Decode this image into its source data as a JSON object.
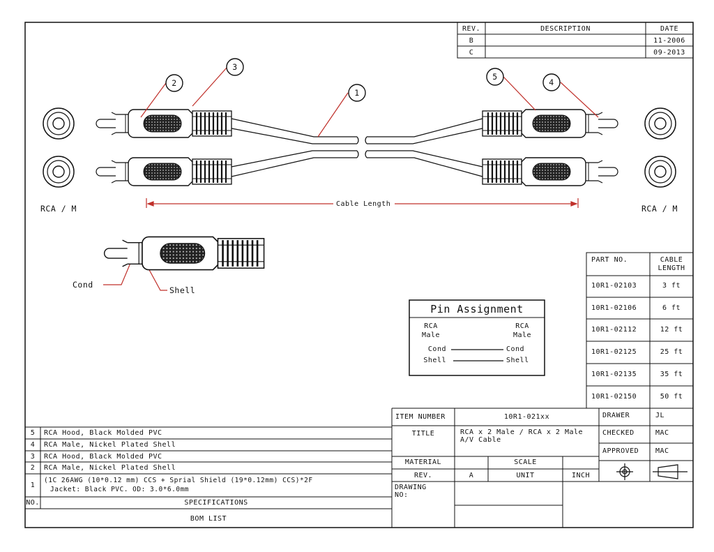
{
  "revisions": {
    "headers": {
      "rev": "REV.",
      "description": "DESCRIPTION",
      "date": "DATE"
    },
    "rows": [
      {
        "rev": "B",
        "description": "",
        "date": "11-2006"
      },
      {
        "rev": "C",
        "description": "",
        "date": "09-2013"
      }
    ]
  },
  "callouts": [
    "1",
    "2",
    "3",
    "4",
    "5"
  ],
  "labels": {
    "rca_left": "RCA / M",
    "rca_right": "RCA / M",
    "cable_length": "Cable Length",
    "cond": "Cond",
    "shell": "Shell"
  },
  "pin_assignment": {
    "title": "Pin Assignment",
    "left_header": [
      "RCA",
      "Male"
    ],
    "right_header": [
      "RCA",
      "Male"
    ],
    "rows": [
      {
        "left": "Cond",
        "right": "Cond"
      },
      {
        "left": "Shell",
        "right": "Shell"
      }
    ]
  },
  "parts": {
    "headers": {
      "part_no": "PART NO.",
      "cable_length": [
        "CABLE",
        "LENGTH"
      ]
    },
    "rows": [
      {
        "part_no": "10R1-02103",
        "length": "3 ft"
      },
      {
        "part_no": "10R1-02106",
        "length": "6 ft"
      },
      {
        "part_no": "10R1-02112",
        "length": "12 ft"
      },
      {
        "part_no": "10R1-02125",
        "length": "25 ft"
      },
      {
        "part_no": "10R1-02135",
        "length": "35 ft"
      },
      {
        "part_no": "10R1-02150",
        "length": "50 ft"
      }
    ]
  },
  "bom": {
    "rows": [
      {
        "no": "5",
        "spec": "RCA Hood, Black Molded PVC"
      },
      {
        "no": "4",
        "spec": "RCA Male, Nickel Plated Shell"
      },
      {
        "no": "3",
        "spec": "RCA Hood, Black Molded PVC"
      },
      {
        "no": "2",
        "spec": "RCA Male, Nickel Plated Shell"
      },
      {
        "no": "1",
        "spec_line1": "(1C 26AWG (10*0.12 mm) CCS + Sprial Shield (19*0.12mm) CCS)*2F",
        "spec_line2": "Jacket: Black PVC. OD: 3.0*6.0mm"
      }
    ],
    "header_no": "NO.",
    "header_spec": "SPECIFICATIONS",
    "footer": "BOM LIST"
  },
  "title_block": {
    "item_number_label": "ITEM NUMBER",
    "item_number_value": "10R1-021xx",
    "title_label": "TITLE",
    "title_line1": "RCA x 2 Male / RCA x 2 Male",
    "title_line2": "A/V Cable",
    "material_label": "MATERIAL",
    "scale_label": "SCALE",
    "rev_label": "REV.",
    "rev_value": "A",
    "unit_label": "UNIT",
    "unit_value": "INCH",
    "drawing_no_label": "DRAWING\nNO:",
    "drawer_label": "DRAWER",
    "drawer_value": "JL",
    "checked_label": "CHECKED",
    "checked_value": "MAC",
    "approved_label": "APPROVED",
    "approved_value": "MAC"
  },
  "colors": {
    "leader": "#c0302a",
    "line": "#111111"
  }
}
